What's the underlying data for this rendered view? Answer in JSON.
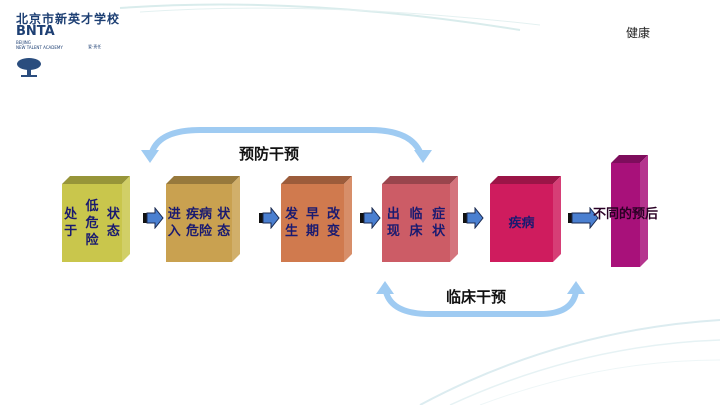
{
  "header": {
    "school_cn": "北京市新英才学校",
    "school_abbr": "BNTA",
    "school_en_1": "BEIJING",
    "school_en_2": "NEW TALENT ACADEMY",
    "motto": "爱·责任",
    "topic": "健康"
  },
  "diagram": {
    "stages": [
      {
        "lines": [
          "处于",
          "低危险",
          "状态"
        ],
        "color": "#c9c64c"
      },
      {
        "lines": [
          "进入",
          "疾病危险",
          "状态"
        ],
        "color": "#c9a150"
      },
      {
        "lines": [
          "发生",
          "早期",
          "改变"
        ],
        "color": "#d07a4e"
      },
      {
        "lines": [
          "出现",
          "临床",
          "症状"
        ],
        "color": "#cc5c66"
      },
      {
        "lines": [
          "疾",
          "病"
        ],
        "color": "#cf1c5e"
      },
      {
        "lines": [
          "不",
          "同",
          "的",
          "预",
          "后"
        ],
        "color": "#a8117a"
      }
    ],
    "prevention_label": "预防干预",
    "clinical_label": "临床干预",
    "arc_color": "#9fcbf2"
  }
}
